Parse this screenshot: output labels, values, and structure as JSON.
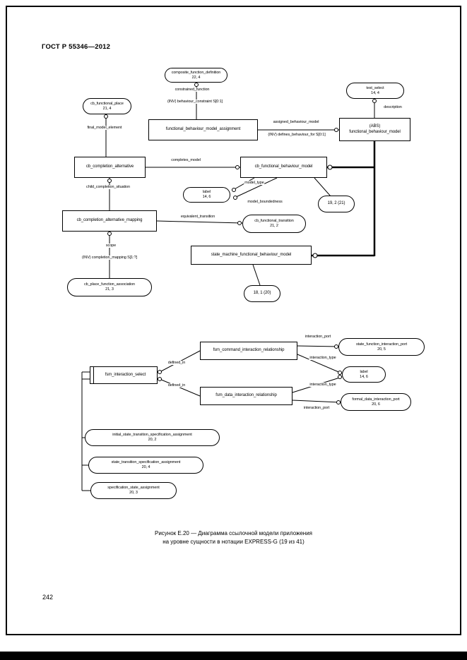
{
  "page": {
    "header": "ГОСТ Р 55346—2012",
    "page_number": "242",
    "caption": {
      "line1": "Рисунок Е.20 — Диаграмма ссылочной модели приложения",
      "line2": "на уровне сущности в нотации EXPRESS-G (19 из 41)"
    }
  },
  "colors": {
    "ink": "#000000",
    "paper": "#ffffff"
  },
  "diagram": {
    "entities": {
      "functional_behaviour_model_assignment": {
        "name": "functional_behaviour_model_assignment"
      },
      "abs_functional_behaviour_model": {
        "stereotype": "(ABS)",
        "name": "functional_behaviour_model"
      },
      "cb_completion_alternative": {
        "name": "cb_completion_alternative"
      },
      "cb_functional_behaviour_model": {
        "name": "cb_functional_behaviour_model"
      },
      "cb_completion_alternative_mapping": {
        "name": "cb_completion_alternative_mapping"
      },
      "state_machine_functional_behaviour_model": {
        "name": "state_machine_functional_behaviour_model"
      },
      "fsm_interaction_select": {
        "name": "fsm_interaction_select"
      },
      "fsm_command_interaction_relationship": {
        "name": "fsm_command_interaction_relationship"
      },
      "fsm_data_interaction_relationship": {
        "name": "fsm_data_interaction_relationship"
      }
    },
    "types": {
      "composite_function_definition": {
        "name": "composite_function_definition",
        "ref": "22, 4"
      },
      "cb_functional_place": {
        "name": "cb_functional_place",
        "ref": "21, 4"
      },
      "test_select": {
        "name": "test_select",
        "ref": "14, 4"
      },
      "label_top": {
        "name": "label",
        "ref": "14, 6"
      },
      "cb_functional_transition": {
        "name": "cb_functional_transition",
        "ref": "21, 2"
      },
      "cb_place_function_association": {
        "name": "cb_place_function_association",
        "ref": "21, 3"
      },
      "state_function_interaction_port": {
        "name": "state_function_interaction_port",
        "ref": "20, 5"
      },
      "label_bottom": {
        "name": "label",
        "ref": "14, 6"
      },
      "formal_data_interaction_port": {
        "name": "formal_data_interaction_port",
        "ref": "20, 6"
      },
      "initial_state_transition_specification_assignment": {
        "name": "initial_state_transition_specification_assignment",
        "ref": "20, 2"
      },
      "state_transition_specification_assignment": {
        "name": "state_transition_specification_assignment",
        "ref": "20, 4"
      },
      "specification_state_assignment": {
        "name": "specification_state_assignment",
        "ref": "20, 3"
      }
    },
    "page_refs": {
      "ref_19_2_21": "19, 2 (21)",
      "ref_18_1_20": "18, 1 (20)"
    },
    "edge_labels": {
      "constrained_function": "constrained_function",
      "inv_behaviour_constraint": "(INV) behaviour_constraint S[0:1]",
      "final_model_element": "final_model_element",
      "description": "description",
      "assigned_behaviour_model": "assigned_behaviour_model",
      "inv_defines_behaviour_for": "(INV) defines_behaviour_for S[0:1]",
      "completes_model": "completes_model",
      "child_completion_situation": "child_completion_situation",
      "model_type": "model_type",
      "model_boundedness": "model_boundedness",
      "equivalent_transition": "equivalent_transition",
      "scope": "scope",
      "inv_completion_mapping": "(INV) completion_mapping S[1:?]",
      "defined_in": "defined_in",
      "interaction_port": "interaction_port",
      "interaction_type": "interaction_type"
    }
  }
}
